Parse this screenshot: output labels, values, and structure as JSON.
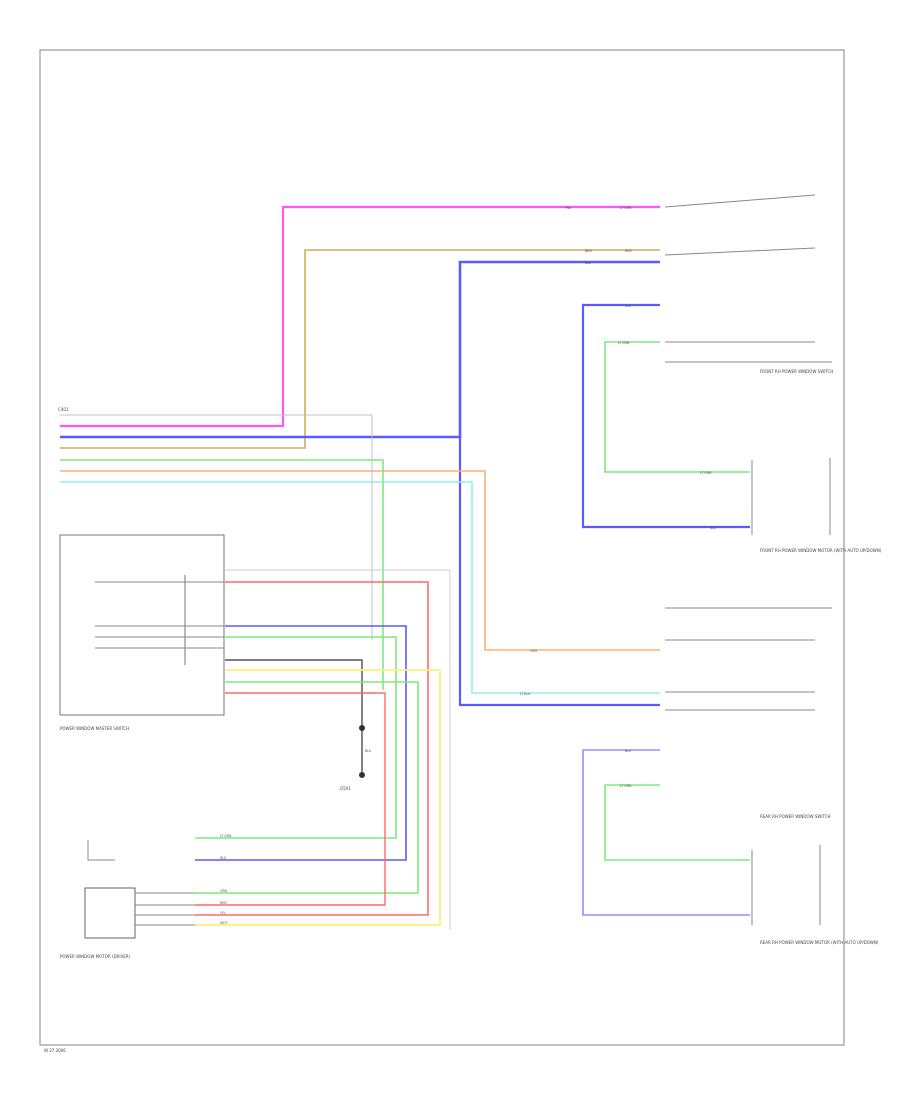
{
  "colors": {
    "pink": "#ff55ff",
    "tan": "#d2a95a",
    "blue": "#5a5aff",
    "green": "#7dea7d",
    "red": "#ff6a6a",
    "orange": "#ffb070",
    "cyan": "#8ff0f0",
    "yellow": "#fbf07a",
    "gray": "#9a9a9a",
    "black": "#333333",
    "border": "#999999"
  },
  "wires": {
    "blk": "BLK",
    "blu": "BLU",
    "grn": "GRN",
    "red": "RED",
    "yel": "YEL",
    "pnk": "PNK",
    "brn": "BRN",
    "org": "ORG",
    "gry": "GRY",
    "ltgrn": "LT GRN",
    "ltblu": "LT BLU",
    "wht": "WHT"
  },
  "labels": {
    "front_rh_switch": "FRONT RH POWER WINDOW SWITCH",
    "front_rh_motor": "FRONT RH POWER WINDOW MOTOR (WITH AUTO UP/DOWN)",
    "rear_rh_switch": "REAR RH POWER WINDOW SWITCH",
    "rear_rh_motor": "REAR RH POWER WINDOW MOTOR (WITH AUTO UP/DOWN)",
    "master_switch": "POWER WINDOW MASTER SWITCH",
    "master_motor": "POWER WINDOW MOTOR (DRIVER)",
    "ground": "G501",
    "connector": "C401",
    "diagram_id": "W 27 2006"
  }
}
